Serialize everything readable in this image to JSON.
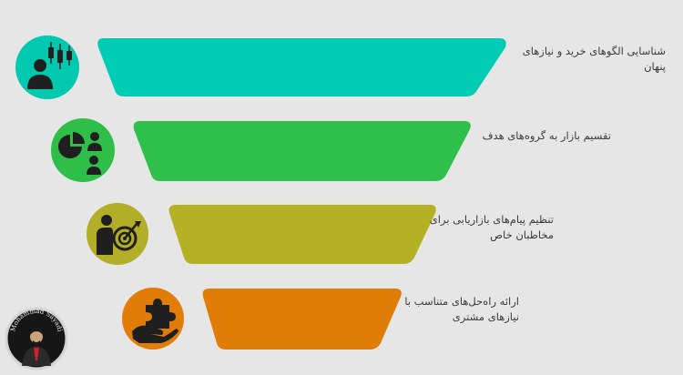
{
  "funnel": {
    "steps": [
      {
        "text": "شناسایی الگوهای خرید و نیازهای پنهان",
        "color": "#00cdb4",
        "icon_color": "#00c9b0",
        "icon": "person-with-candlestick-chart-icon"
      },
      {
        "text": "تقسیم بازار به گروه‌های هدف",
        "color": "#2ec04a",
        "icon_color": "#2fbf49",
        "icon": "pie-chart-with-people-icon"
      },
      {
        "text": "تنظیم پیام‌های بازاریابی برای مخاطبان خاص",
        "color": "#b5b125",
        "icon_color": "#b3ae27",
        "icon": "person-with-target-icon"
      },
      {
        "text": "ارائه راه‌حل‌های متناسب با نیازهای مشتری",
        "color": "#e07d06",
        "icon_color": "#e17c07",
        "icon": "hand-with-puzzle-icon"
      }
    ]
  },
  "brand": {
    "name": "Mohammad Sayadi",
    "border_color": "#d4d4d4",
    "background": "#161616"
  }
}
